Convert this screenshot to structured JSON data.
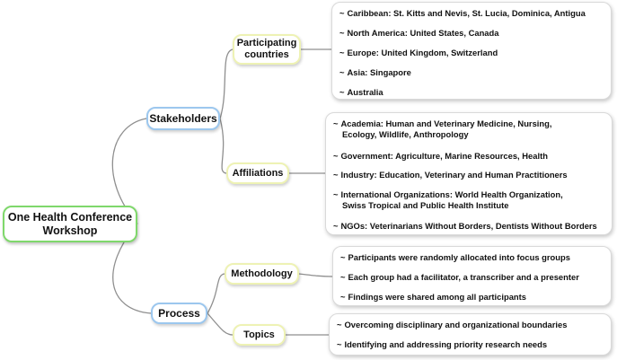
{
  "root": {
    "line1": "One Health Conference",
    "line2": "Workshop"
  },
  "stakeholders": {
    "label": "Stakeholders",
    "participating": {
      "line1": "Participating",
      "line2": "countries",
      "items": [
        "Caribbean: St. Kitts and Nevis, St. Lucia, Dominica, Antigua",
        "North America: United States, Canada",
        "Europe: United Kingdom, Switzerland",
        "Asia: Singapore",
        "Australia"
      ]
    },
    "affiliations": {
      "label": "Affiliations",
      "items": [
        {
          "line1": "Academia: Human and Veterinary Medicine, Nursing,",
          "line2": "Ecology, Wildlife, Anthropology"
        },
        {
          "line1": "Government: Agriculture, Marine Resources, Health",
          "line2": ""
        },
        {
          "line1": "Industry: Education, Veterinary and Human Practitioners",
          "line2": ""
        },
        {
          "line1": "International Organizations: World Health Organization,",
          "line2": "Swiss Tropical and Public Health Institute"
        },
        {
          "line1": "NGOs: Veterinarians Without Borders, Dentists Without Borders",
          "line2": ""
        }
      ]
    }
  },
  "process": {
    "label": "Process",
    "methodology": {
      "label": "Methodology",
      "items": [
        "Participants were randomly allocated into focus groups",
        "Each group had a facilitator, a transcriber and a presenter",
        "Findings were shared among all participants"
      ]
    },
    "topics": {
      "label": "Topics",
      "items": [
        "Overcoming disciplinary and organizational boundaries",
        "Identifying and addressing priority research needs"
      ]
    }
  },
  "bullet": "~",
  "colors": {
    "root_border": "#7fd86b",
    "level1_border": "#9cc7ee",
    "level2_border": "#eef2b4",
    "connector": "#8f8f8f"
  }
}
